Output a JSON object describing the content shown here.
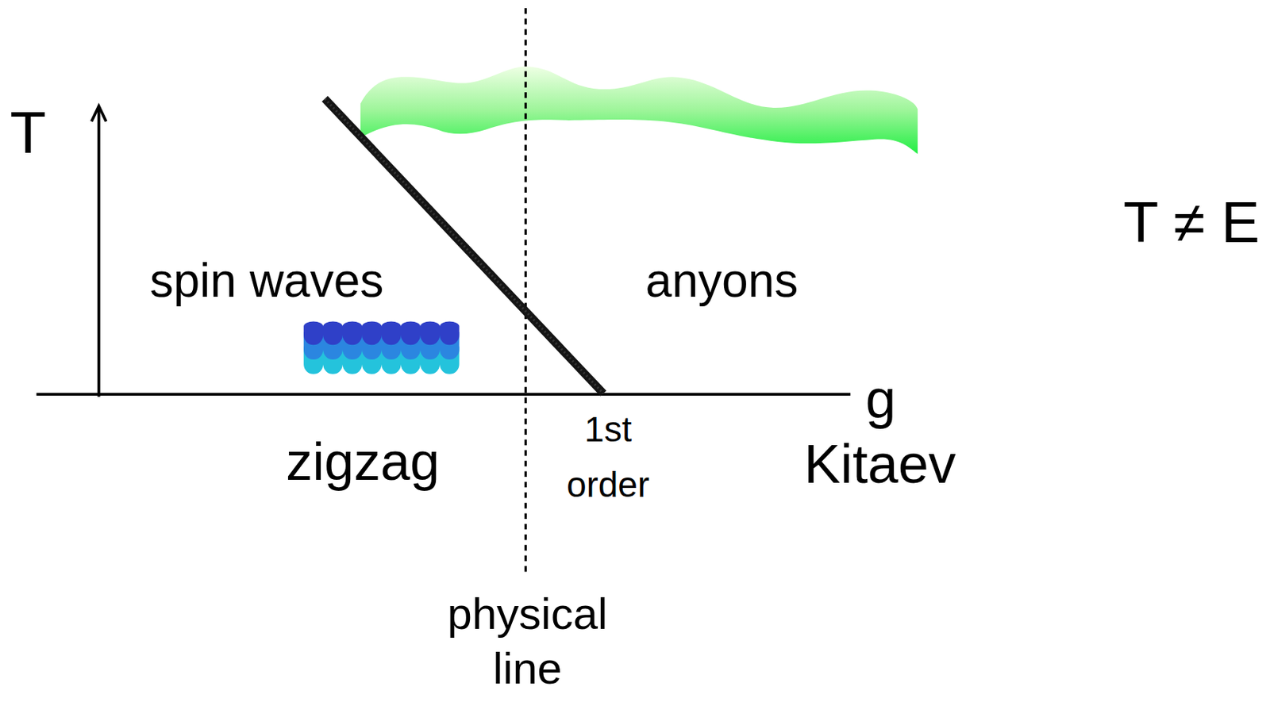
{
  "diagram": {
    "labels": [
      "T",
      "T ≠ E",
      "spin waves",
      "anyons",
      "zigzag",
      "Kitaev",
      "g",
      "1st order",
      "physical line"
    ]
  }
}
